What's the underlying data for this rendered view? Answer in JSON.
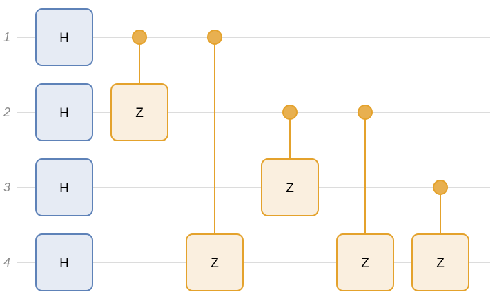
{
  "qubits": [
    "1",
    "2",
    "3",
    "4"
  ],
  "gates": [
    {
      "name": "H",
      "type": "single",
      "qubit": 1,
      "column": 0
    },
    {
      "name": "H",
      "type": "single",
      "qubit": 2,
      "column": 0
    },
    {
      "name": "H",
      "type": "single",
      "qubit": 3,
      "column": 0
    },
    {
      "name": "H",
      "type": "single",
      "qubit": 4,
      "column": 0
    },
    {
      "name": "Z",
      "type": "controlled",
      "control": 1,
      "target": 2,
      "column": 1
    },
    {
      "name": "Z",
      "type": "controlled",
      "control": 1,
      "target": 4,
      "column": 2
    },
    {
      "name": "Z",
      "type": "controlled",
      "control": 2,
      "target": 3,
      "column": 3
    },
    {
      "name": "Z",
      "type": "controlled",
      "control": 2,
      "target": 4,
      "column": 4
    },
    {
      "name": "Z",
      "type": "controlled",
      "control": 3,
      "target": 4,
      "column": 5
    }
  ],
  "colors": {
    "h_fill": "#e6ebf4",
    "h_stroke": "#5e82b8",
    "z_fill": "#faefdf",
    "z_stroke": "#e4a22c",
    "control": "#e8b050",
    "wire": "#dcdcdc"
  }
}
